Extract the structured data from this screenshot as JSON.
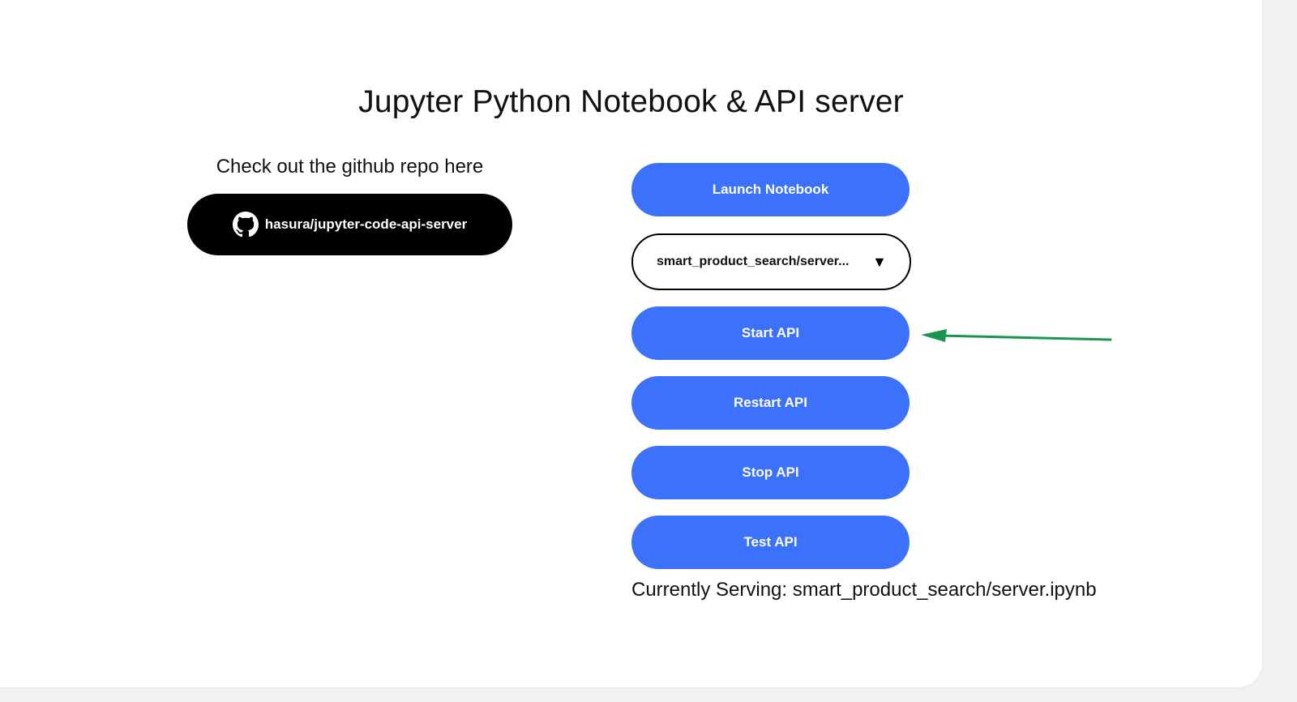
{
  "page": {
    "title": "Jupyter Python Notebook & API server"
  },
  "github": {
    "caption": "Check out the github repo here",
    "repo_label": "hasura/jupyter-code-api-server",
    "icon": "github-icon"
  },
  "controls": {
    "launch_label": "Launch Notebook",
    "notebook_select": {
      "selected": "smart_product_search/server...",
      "caret": "▼"
    },
    "start_label": "Start API",
    "restart_label": "Restart API",
    "stop_label": "Stop API",
    "test_label": "Test API"
  },
  "status": {
    "serving_text": "Currently Serving: smart_product_search/server.ipynb"
  },
  "colors": {
    "primary": "#3b71fb",
    "github_button": "#000000",
    "annotation_arrow": "#1a9652"
  }
}
